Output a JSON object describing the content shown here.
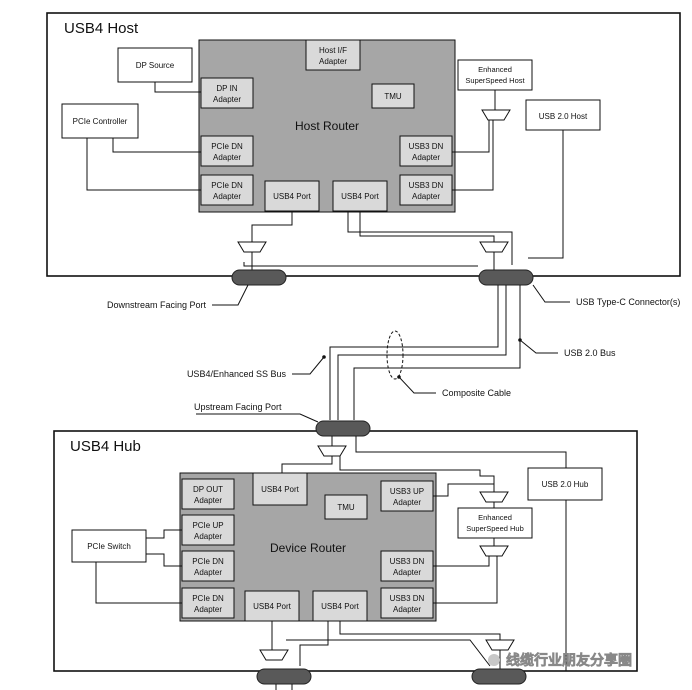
{
  "host": {
    "title": "USB4 Host",
    "router": "Host Router",
    "dp_source": "DP Source",
    "pcie_controller": "PCIe Controller",
    "host_if_adapter": [
      "Host I/F",
      "Adapter"
    ],
    "dp_in_adapter": [
      "DP IN",
      "Adapter"
    ],
    "tmu": "TMU",
    "pcie_dn_adapter_1": [
      "PCIe DN",
      "Adapter"
    ],
    "pcie_dn_adapter_2": [
      "PCIe DN",
      "Adapter"
    ],
    "usb3_dn_adapter_1": [
      "USB3 DN",
      "Adapter"
    ],
    "usb3_dn_adapter_2": [
      "USB3 DN",
      "Adapter"
    ],
    "usb4_port_1": "USB4 Port",
    "usb4_port_2": "USB4 Port",
    "enhanced_ss_host": [
      "Enhanced",
      "SuperSpeed Host"
    ],
    "usb2_host": "USB 2.0 Host"
  },
  "callouts": {
    "downstream_facing_port": "Downstream Facing Port",
    "usb_type_c_connector": "USB Type-C Connector(s)",
    "usb2_bus": "USB 2.0 Bus",
    "usb4_ss_bus": "USB4/Enhanced SS Bus",
    "composite_cable": "Composite Cable",
    "upstream_facing_port": "Upstream Facing Port"
  },
  "hub": {
    "title": "USB4 Hub",
    "router": "Device Router",
    "dp_out_adapter": [
      "DP OUT",
      "Adapter"
    ],
    "usb4_port_top": "USB4 Port",
    "tmu": "TMU",
    "usb3_up_adapter": [
      "USB3 UP",
      "Adapter"
    ],
    "pcie_up_adapter": [
      "PCIe UP",
      "Adapter"
    ],
    "pcie_dn_adapter_1": [
      "PCIe DN",
      "Adapter"
    ],
    "pcie_dn_adapter_2": [
      "PCIe DN",
      "Adapter"
    ],
    "usb3_dn_adapter_1": [
      "USB3 DN",
      "Adapter"
    ],
    "usb3_dn_adapter_2": [
      "USB3 DN",
      "Adapter"
    ],
    "usb4_port_1": "USB4 Port",
    "usb4_port_2": "USB4 Port",
    "pcie_switch": "PCIe Switch",
    "enhanced_ss_hub": [
      "Enhanced",
      "SuperSpeed Hub"
    ],
    "usb2_hub": "USB 2.0 Hub"
  },
  "watermark": "线缆行业朋友分享圈"
}
